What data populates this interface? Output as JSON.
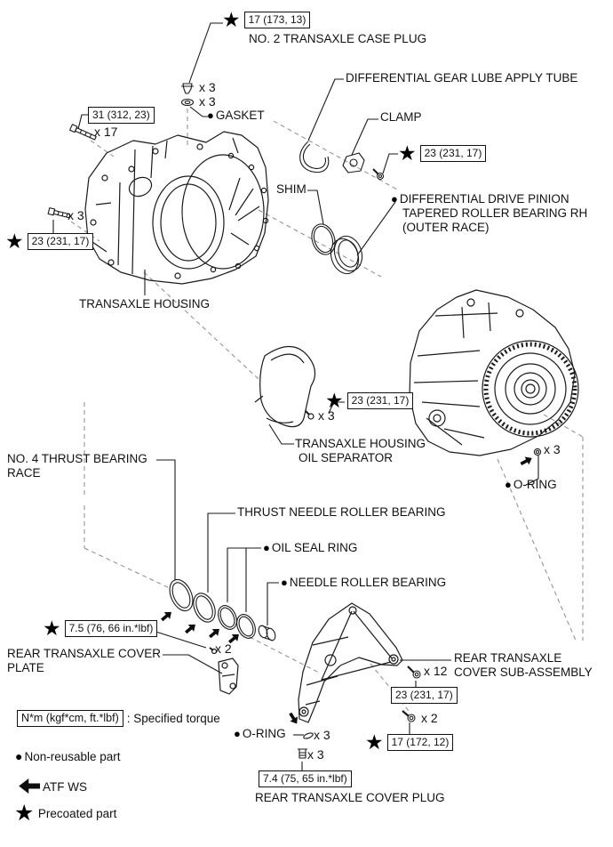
{
  "parts": {
    "no2_transaxle_case_plug": {
      "label": "NO. 2 TRANSAXLE CASE PLUG",
      "torque": "17 (173, 13)",
      "qty": "x 3"
    },
    "gasket": {
      "label": "GASKET",
      "qty": "x 3"
    },
    "differential_gear_lube_apply_tube": {
      "label": "DIFFERENTIAL GEAR LUBE APPLY TUBE"
    },
    "clamp": {
      "label": "CLAMP",
      "torque": "23 (231, 17)"
    },
    "shim": {
      "label": "SHIM"
    },
    "diff_drive_pinion_bearing": {
      "line1": "DIFFERENTIAL DRIVE PINION",
      "line2": "TAPERED ROLLER BEARING RH",
      "line3": "(OUTER RACE)"
    },
    "housing_bolt_long": {
      "torque": "31 (312, 23)",
      "qty": "x 17"
    },
    "housing_bolt_short": {
      "torque": "23 (231, 17)",
      "qty": "x 3"
    },
    "transaxle_housing": {
      "label": "TRANSAXLE HOUSING"
    },
    "oil_separator": {
      "line1": "TRANSAXLE HOUSING",
      "line2": "OIL SEPARATOR",
      "torque": "23 (231, 17)",
      "qty": "x 3"
    },
    "no4_thrust_bearing_race": {
      "line1": "NO. 4 THRUST BEARING",
      "line2": "RACE"
    },
    "thrust_needle_roller_bearing": {
      "label": "THRUST NEEDLE ROLLER BEARING"
    },
    "oil_seal_ring": {
      "label": "OIL SEAL RING"
    },
    "needle_roller_bearing": {
      "label": "NEEDLE ROLLER BEARING"
    },
    "o_ring_case": {
      "label": "O-RING",
      "qty": "x 3"
    },
    "rear_cover_plate": {
      "line1": "REAR TRANSAXLE COVER",
      "line2": "PLATE",
      "torque": "7.5 (76, 66 in.*lbf)",
      "qty": "x 2"
    },
    "rear_cover_sub_assembly": {
      "line1": "REAR TRANSAXLE",
      "line2": "COVER SUB-ASSEMBLY",
      "bolt_torque": "23 (231, 17)",
      "bolt_qty": "x 12",
      "bolt2_torque": "17 (172, 12)",
      "bolt2_qty": "x 2"
    },
    "o_ring_cover": {
      "label": "O-RING",
      "qty": "x 3"
    },
    "rear_cover_plug": {
      "label": "REAR TRANSAXLE COVER PLUG",
      "torque": "7.4 (75, 65 in.*lbf)",
      "qty": "x 3"
    }
  },
  "legend": {
    "torque_box": "N*m (kgf*cm, ft.*lbf)",
    "torque_caption": ": Specified torque",
    "non_reusable": "Non-reusable part",
    "atf": "ATF WS",
    "precoated": "Precoated part"
  },
  "icons": {
    "star": "★",
    "bullet": "●"
  },
  "colors": {
    "line": "#1a1a1a",
    "background": "#ffffff"
  }
}
